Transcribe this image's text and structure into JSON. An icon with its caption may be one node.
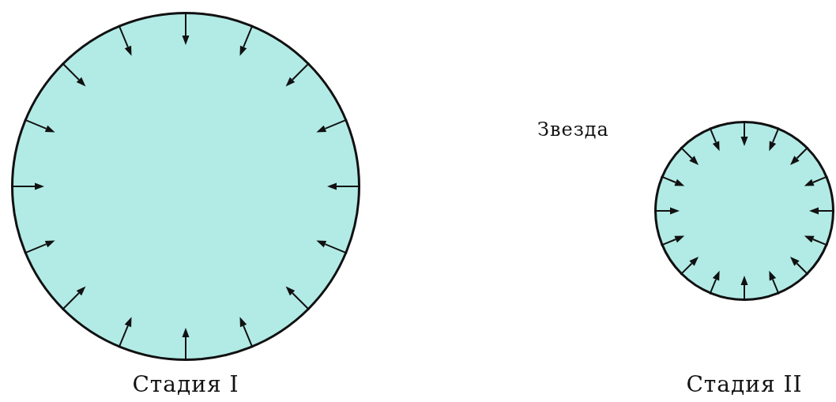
{
  "diagram": {
    "nodes": [
      {
        "text": [],
        "shape": "circle",
        "beside": [
          "Стадия I"
        ]
      },
      {
        "text": [],
        "shape": "circle",
        "beside": [
          "Звезда",
          "Стадия II"
        ]
      }
    ]
  }
}
